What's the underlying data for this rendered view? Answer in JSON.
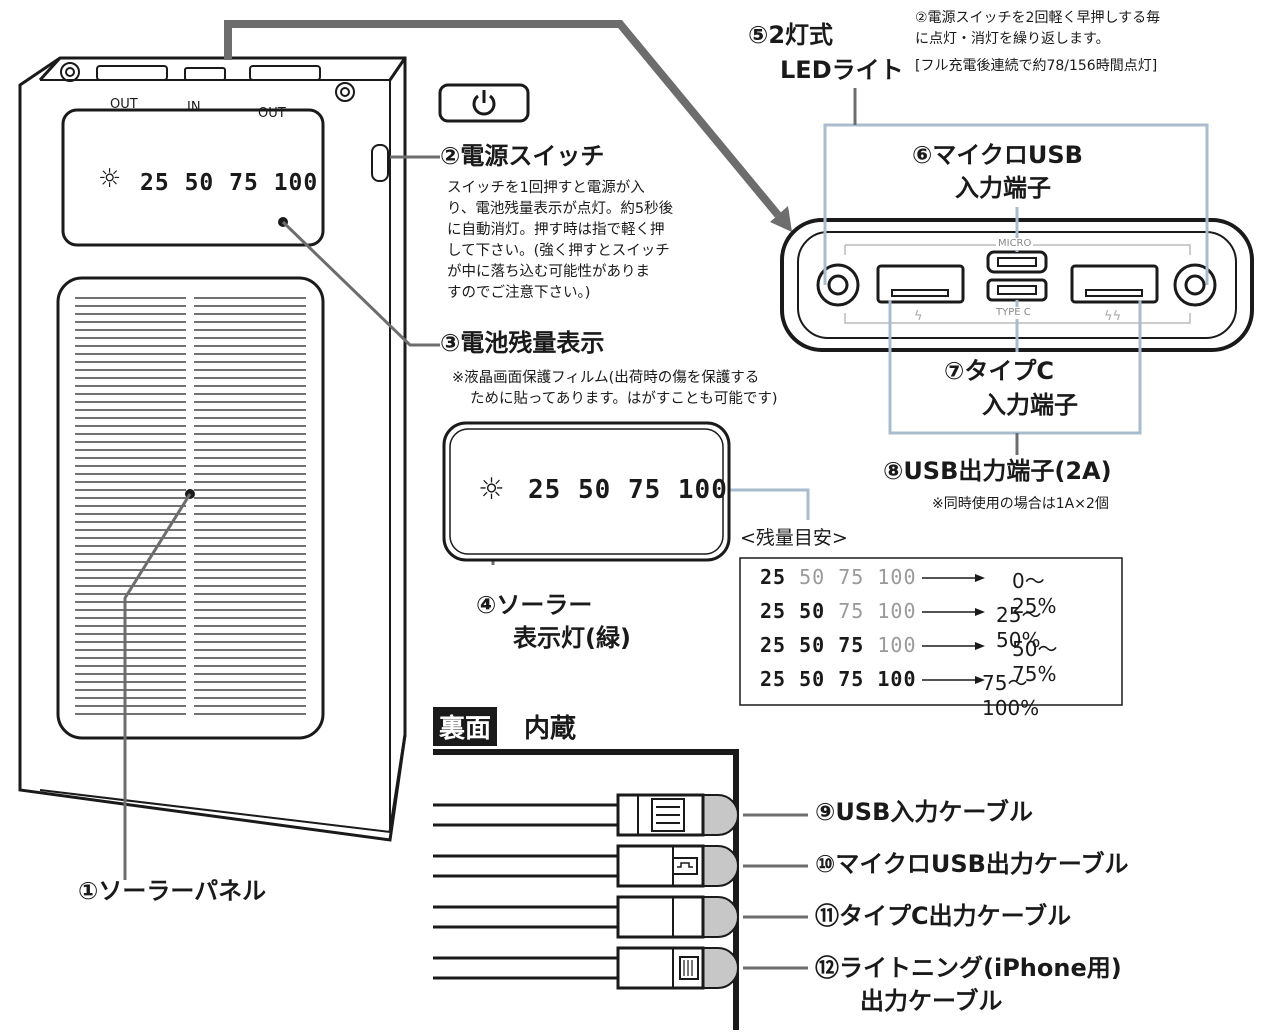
{
  "power_bank": {
    "port_labels": [
      "OUT",
      "IN",
      "OUT"
    ],
    "lcd_digits": [
      "25",
      "50",
      "75",
      "100"
    ]
  },
  "labels": {
    "solar_panel": "①ソーラーパネル",
    "power_switch": "②電源スイッチ",
    "power_switch_desc": [
      "スイッチを1回押すと電源が入",
      "り、電池残量表示が点灯。約5秒後",
      "に自動消灯。押す時は指で軽く押",
      "して下さい。(強く押すとスイッチ",
      "が中に落ち込む可能性がありま",
      "すのでご注意下さい。)"
    ],
    "battery_display": "③電池残量表示",
    "battery_display_note": [
      "※液晶画面保護フィルム(出荷時の傷を保護する",
      "ために貼ってあります。はがすことも可能です)"
    ],
    "solar_indicator": [
      "④ソーラー",
      "表示灯(緑)"
    ],
    "led_light": [
      "⑤2灯式",
      "LEDライト"
    ],
    "led_note": [
      "②電源スイッチを2回軽く早押しする毎",
      "に点灯・消灯を繰り返します。",
      "[フル充電後連続で約78/156時間点灯]"
    ],
    "micro_usb_in": [
      "⑥マイクロUSB",
      "入力端子"
    ],
    "micro_port_label": "MICRO",
    "typec_port_label": "TYPE C",
    "typec_in": [
      "⑦タイプC",
      "入力端子"
    ],
    "usb_out": "⑧USB出力端子(2A)",
    "usb_out_note": "※同時使用の場合は1A×2個"
  },
  "legend": {
    "title": "<残量目安>",
    "rows": [
      {
        "lit": 1,
        "range": "0〜25%"
      },
      {
        "lit": 2,
        "range": "25〜50%"
      },
      {
        "lit": 3,
        "range": "50〜75%"
      },
      {
        "lit": 4,
        "range": "75〜100%"
      }
    ]
  },
  "back": {
    "tag": "裏面",
    "title": "内蔵",
    "cables": [
      "⑨USB入力ケーブル",
      "⑩マイクロUSB出力ケーブル",
      "⑪タイプC出力ケーブル",
      "⑫ライトニング(iPhone用)",
      "出力ケーブル"
    ]
  },
  "colors": {
    "leader": "#6d6d6d",
    "blue_leader": "#a9bccd",
    "ink": "#1a1a1a"
  }
}
